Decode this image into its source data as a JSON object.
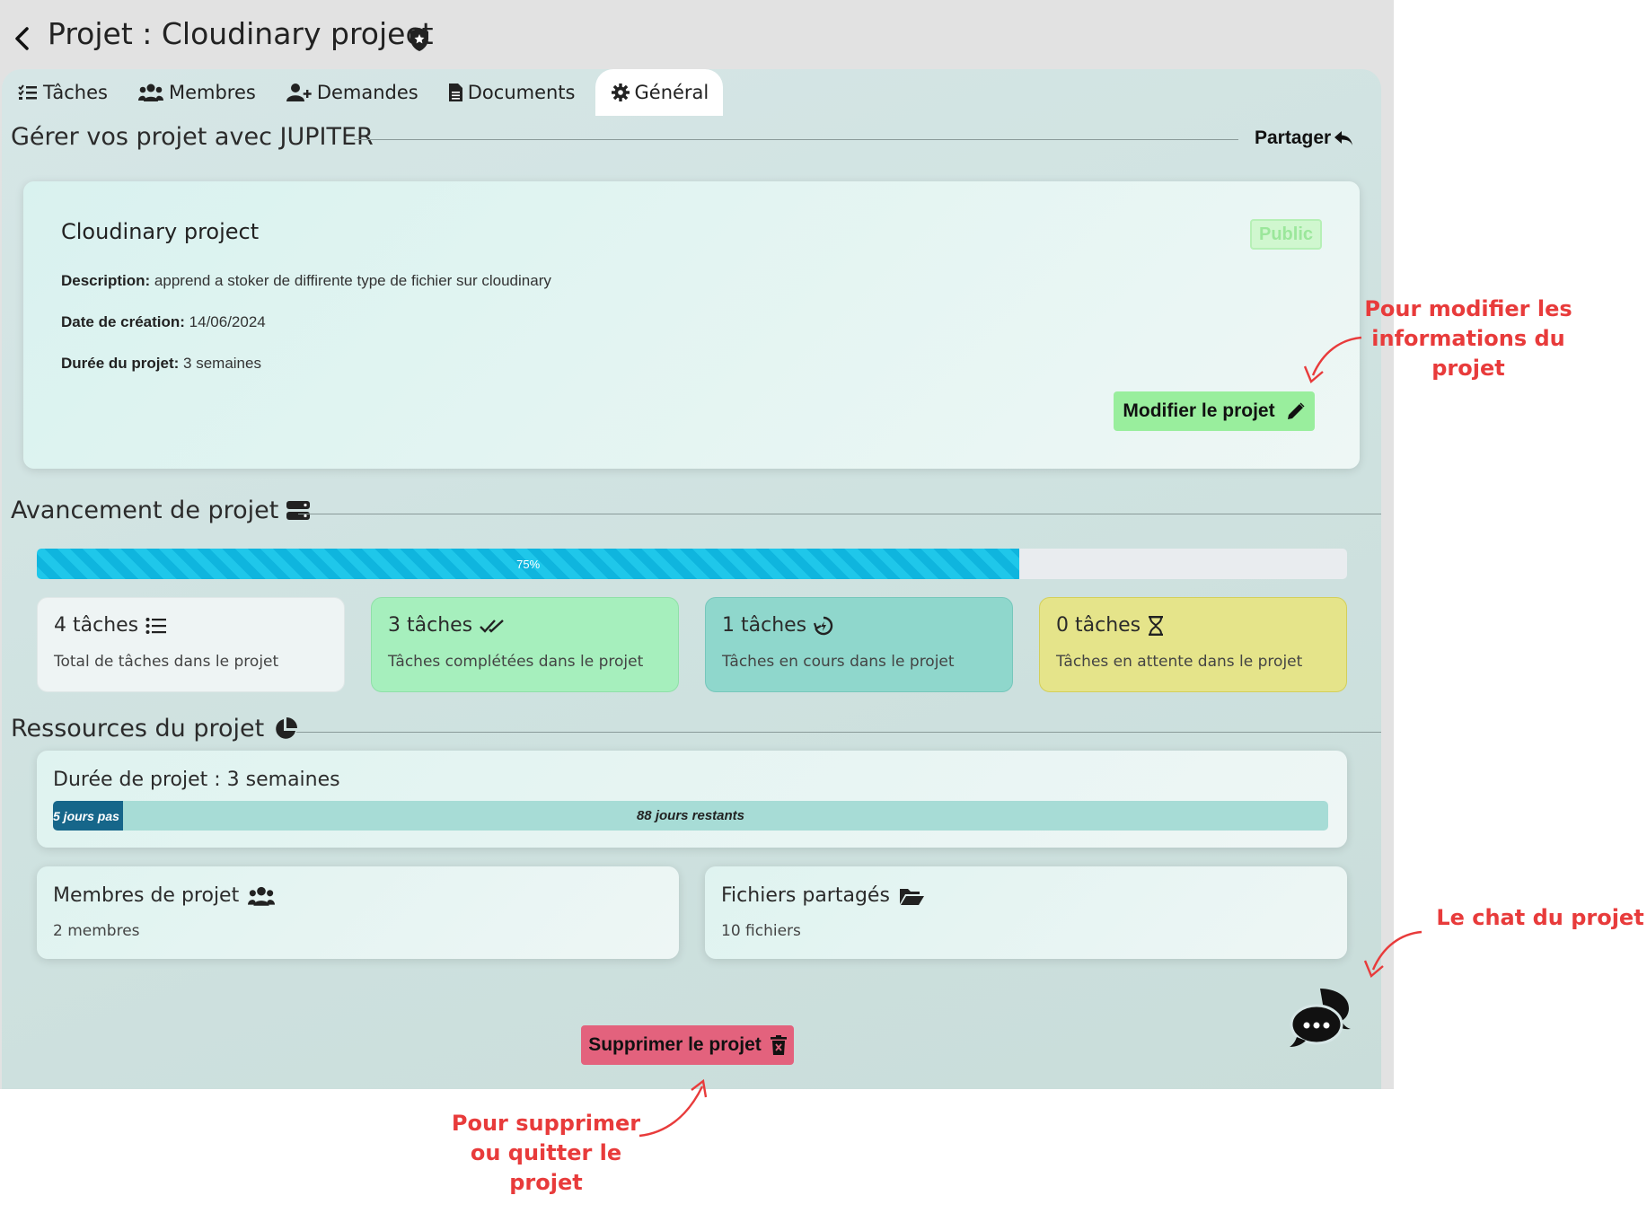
{
  "header": {
    "title": "Projet : Cloudinary project"
  },
  "tabs": [
    {
      "label": "Tâches"
    },
    {
      "label": "Membres"
    },
    {
      "label": "Demandes"
    },
    {
      "label": "Documents"
    },
    {
      "label": "Général"
    }
  ],
  "active_tab": "Général",
  "manage": {
    "title": "Gérer vos projet avec JUPITER",
    "share_label": "Partager"
  },
  "project": {
    "name": "Cloudinary project",
    "visibility": "Public",
    "description_label": "Description:",
    "description": "apprend a stoker de diffirente type de fichier sur cloudinary",
    "created_label": "Date de création:",
    "created": "14/06/2024",
    "duration_label": "Durée du projet:",
    "duration": "3 semaines",
    "edit_label": "Modifier le projet"
  },
  "progress": {
    "title": "Avancement de projet",
    "percent": 75,
    "percent_label": "75%",
    "stats": [
      {
        "title": "4 tâches",
        "subtitle": "Total de tâches dans le projet",
        "icon": "list-icon",
        "color": "#eef4f4"
      },
      {
        "title": "3 tâches",
        "subtitle": "Tâches complétées dans le projet",
        "icon": "double-check-icon",
        "color": "#a6efbd"
      },
      {
        "title": "1 tâches",
        "subtitle": "Tâches en cours dans le projet",
        "icon": "in-progress-icon",
        "color": "#8fd7cc"
      },
      {
        "title": "0 tâches",
        "subtitle": "Tâches en attente dans le projet",
        "icon": "hourglass-icon",
        "color": "#e5e48a"
      }
    ]
  },
  "resources": {
    "title": "Ressources du projet",
    "duration_title": "Durée de projet : 3 semaines",
    "days_passed_label": "5 jours pas",
    "days_passed_fraction": 0.055,
    "days_remaining_label": "88 jours restants",
    "members_title": "Membres de projet",
    "members_count": "2 membres",
    "files_title": "Fichiers partagés",
    "files_count": "10 fichiers"
  },
  "actions": {
    "delete_label": "Supprimer le projet"
  },
  "annotations": {
    "edit_hint": "Pour modifier les informations du projet",
    "edit_hint_lines": [
      "Pour modifier les",
      "informations du",
      "projet"
    ],
    "chat_hint": "Le chat du projet",
    "delete_hint": "Pour supprimer ou quitter le projet",
    "delete_hint_lines": [
      "Pour supprimer",
      "ou quitter le",
      "projet"
    ]
  },
  "colors": {
    "accent_progress": "#1fc7ea",
    "edit_button": "#99ee9d",
    "delete_button": "#e3627d",
    "annotation": "#e83b3b",
    "duration_fill": "#16668a"
  }
}
